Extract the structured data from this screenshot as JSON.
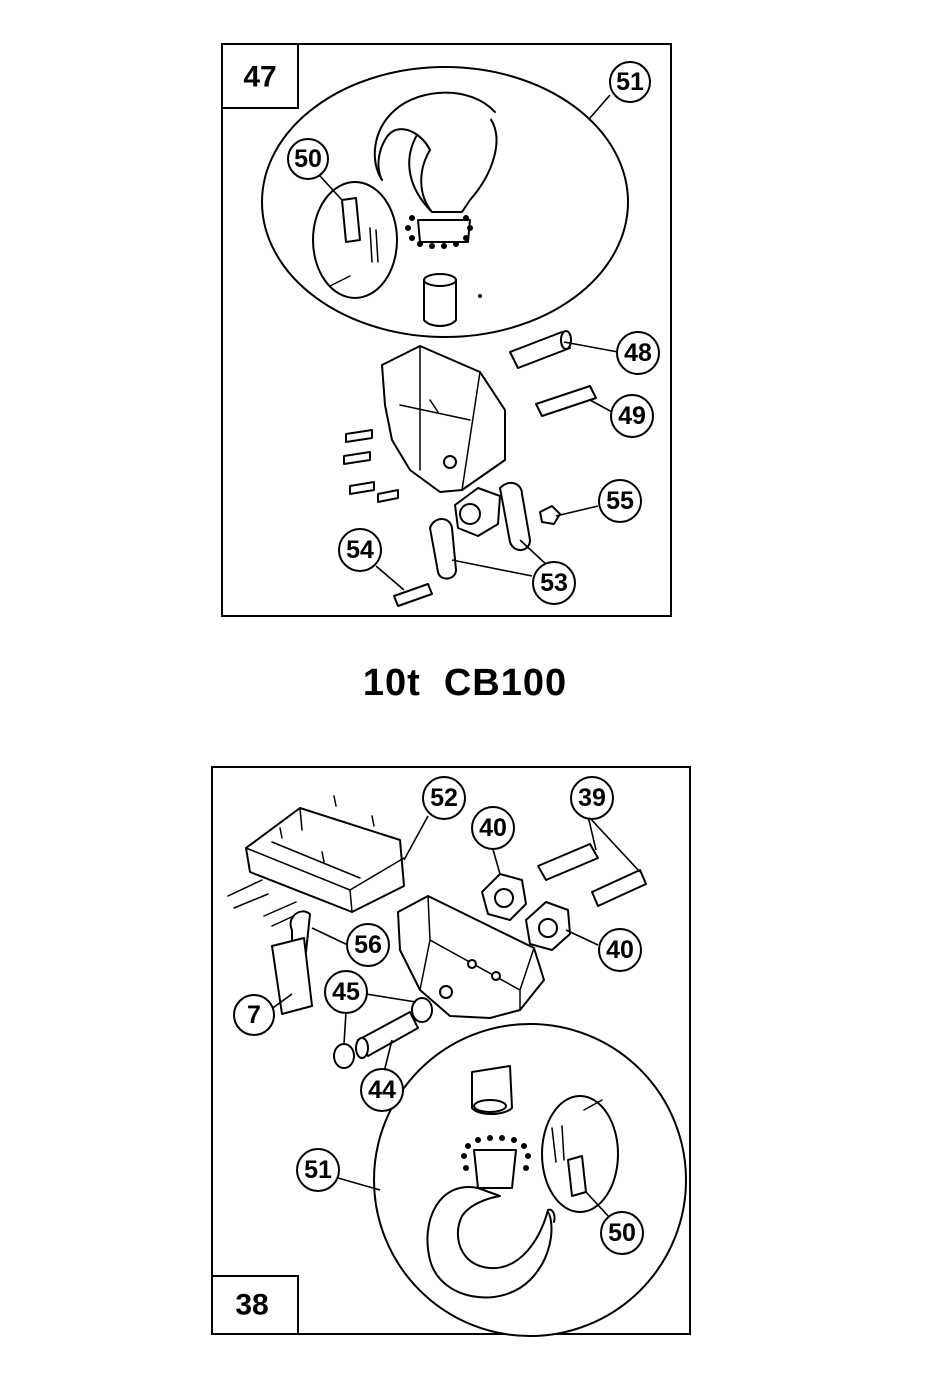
{
  "title": "10t  CB100",
  "panel_top": {
    "number": "47",
    "callouts": [
      "51",
      "50",
      "48",
      "49",
      "55",
      "54",
      "53"
    ]
  },
  "panel_bottom": {
    "number": "38",
    "callouts": [
      "52",
      "39",
      "40",
      "40",
      "56",
      "7",
      "45",
      "44",
      "51",
      "50"
    ]
  }
}
